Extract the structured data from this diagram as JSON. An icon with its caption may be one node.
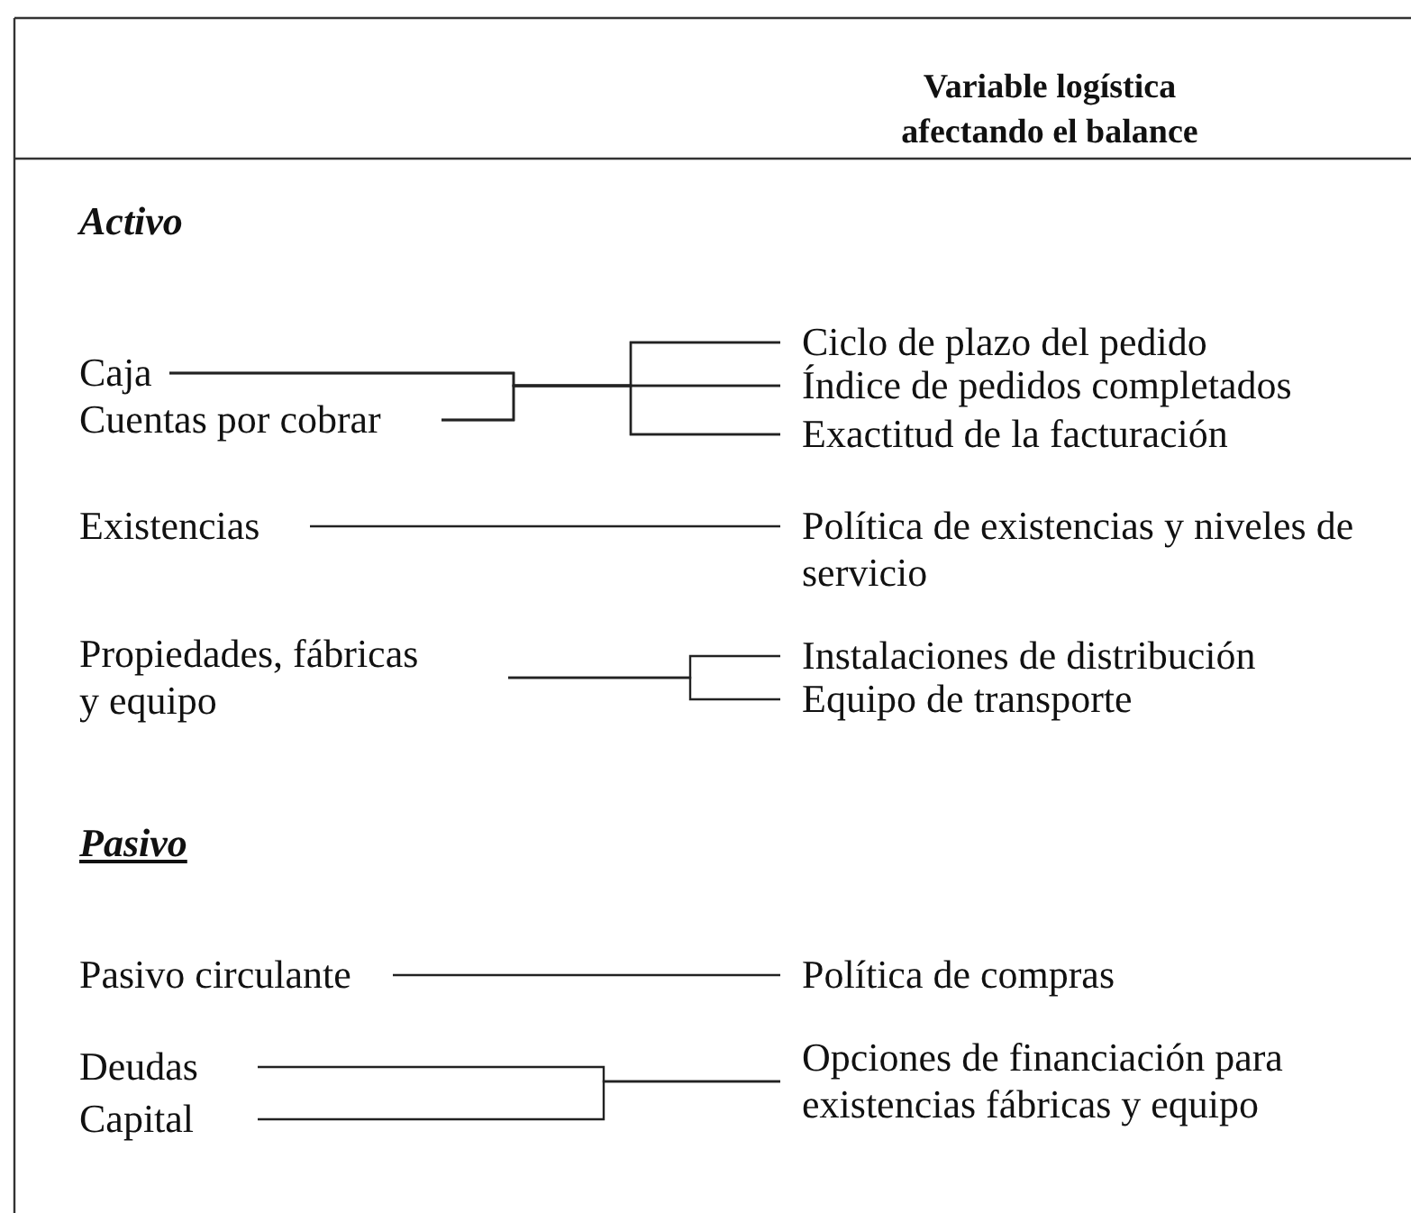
{
  "diagram": {
    "nodes": [
      {
        "text": [
          "Caja"
        ]
      },
      {
        "text": [
          "Cuentas por cobrar"
        ]
      },
      {
        "text": [
          "Ciclo de plazo del pedido"
        ]
      },
      {
        "text": [
          "Índice de pedidos completados"
        ]
      },
      {
        "text": [
          "Exactitud de la facturación"
        ]
      },
      {
        "text": [
          "Existencias"
        ]
      },
      {
        "text": [
          "Política de existencias y niveles de servicio"
        ]
      },
      {
        "text": [
          "Propiedades, fábricas y equipo"
        ]
      },
      {
        "text": [
          "Instalaciones de distribución"
        ]
      },
      {
        "text": [
          "Equipo de transporte"
        ]
      },
      {
        "text": [
          "Pasivo circulante"
        ]
      },
      {
        "text": [
          "Política de compras"
        ]
      },
      {
        "text": [
          "Deudas"
        ]
      },
      {
        "text": [
          "Capital"
        ]
      },
      {
        "text": [
          "Opciones de financiación para existencias fábricas y equipo"
        ]
      }
    ],
    "edges": [
      {
        "from": 0,
        "to": 2,
        "arrow": "none"
      },
      {
        "from": 0,
        "to": 3,
        "arrow": "none"
      },
      {
        "from": 0,
        "to": 4,
        "arrow": "none"
      },
      {
        "from": 1,
        "to": 2,
        "arrow": "none"
      },
      {
        "from": 1,
        "to": 3,
        "arrow": "none"
      },
      {
        "from": 1,
        "to": 4,
        "arrow": "none"
      },
      {
        "from": 5,
        "to": 6,
        "arrow": "none"
      },
      {
        "from": 7,
        "to": 8,
        "arrow": "none"
      },
      {
        "from": 7,
        "to": 9,
        "arrow": "none"
      },
      {
        "from": 10,
        "to": 11,
        "arrow": "none"
      },
      {
        "from": 12,
        "to": 14,
        "arrow": "none"
      },
      {
        "from": 13,
        "to": 14,
        "arrow": "none"
      }
    ],
    "labels": [
      "Variable logística afectando el balance",
      "Activo",
      "Pasivo"
    ]
  }
}
